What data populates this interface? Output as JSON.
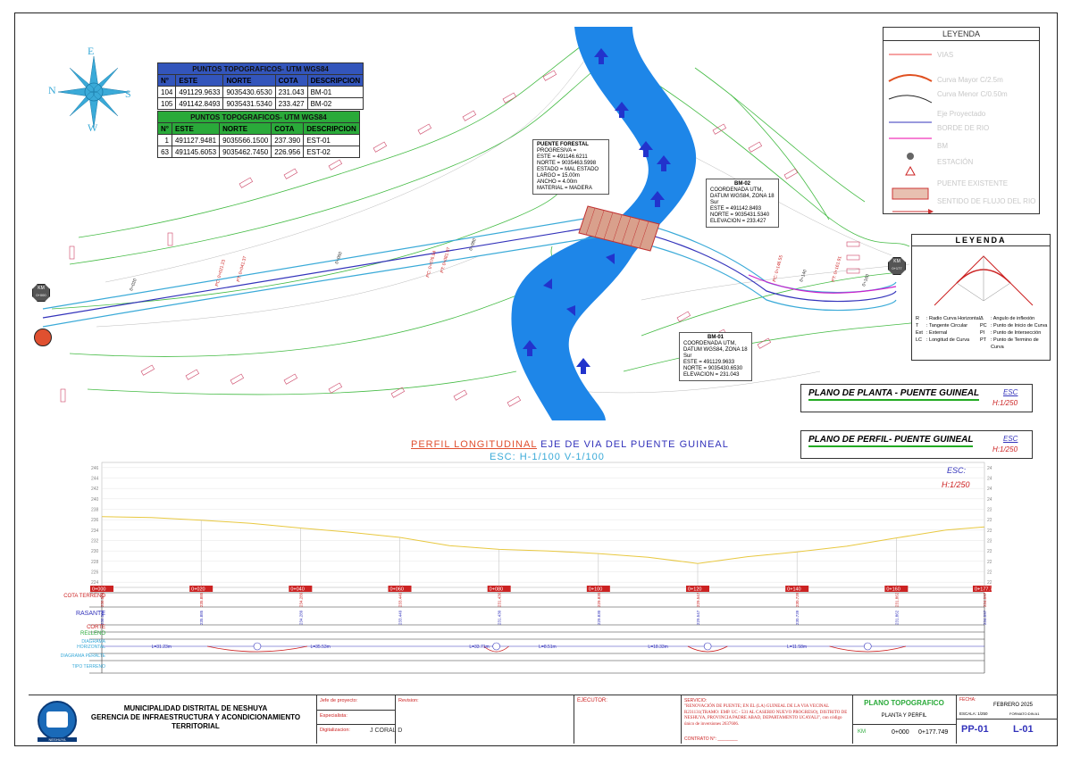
{
  "compass": {
    "n": "N",
    "s": "S",
    "e": "E",
    "w": "W"
  },
  "table_ref": {
    "title": "PUNTOS TOPOGRAFICOS- UTM WGS84",
    "headers": [
      "N°",
      "ESTE",
      "NORTE",
      "COTA",
      "DESCRIPCION"
    ],
    "rows": [
      [
        "104",
        "491129.9633",
        "9035430.6530",
        "231.043",
        "BM-01"
      ],
      [
        "105",
        "491142.8493",
        "9035431.5340",
        "233.427",
        "BM-02"
      ]
    ],
    "header_color": "#3355bb"
  },
  "table_est": {
    "title": "PUNTOS TOPOGRAFICOS- UTM WGS84",
    "headers": [
      "N°",
      "ESTE",
      "NORTE",
      "COTA",
      "DESCRIPCION"
    ],
    "rows": [
      [
        "1",
        "491127.9481",
        "9035566.1500",
        "237.390",
        "EST-01"
      ],
      [
        "63",
        "491145.6053",
        "9035462.7450",
        "226.956",
        "EST-02"
      ]
    ],
    "header_color": "#2aaa3a"
  },
  "legend1": {
    "title": "LEYENDA",
    "items": [
      "VIAS",
      "Curva Mayor C/2.5m",
      "Curva Menor C/0.50m",
      "Eje Proyectado",
      "BORDE DE RIO",
      "BM",
      "ESTACIÓN",
      "PUENTE EXISTENTE",
      "SENTIDO DE FLUJO DEL RIO"
    ]
  },
  "legend2": {
    "title": "LEYENDA",
    "items": [
      [
        "R",
        "Radio Curva Horizontal",
        "Δ",
        "Angulo de inflexión"
      ],
      [
        "T",
        "Tangente Circular",
        "PC",
        "Punto de Inicio de Curva"
      ],
      [
        "Ext",
        "External",
        "PI",
        "Punto de Intersección"
      ],
      [
        "LC",
        "Longitud de Curva",
        "PT",
        "Punto de Termino de Curva"
      ]
    ]
  },
  "puente_box": {
    "title": "PUENTE FORESTAL",
    "lines": [
      "PROGRESIVA =",
      "ESTE = 491146.6211",
      "NORTE = 9035463.5998",
      "ESTADO = MAL ESTADO",
      "LARGO = 15.00m",
      "ANCHO = 4.00m",
      "MATERIAL = MADERA"
    ]
  },
  "bm02_box": {
    "title": "BM-02",
    "lines": [
      "COORDENADA UTM,",
      "DATUM WGS84, ZONA 18 Sur",
      "ESTE = 491142.8493",
      "NORTE = 9035431.5340",
      "ELEVACION = 233.427"
    ]
  },
  "bm01_box": {
    "title": "BM-01",
    "lines": [
      "COORDENADA UTM,",
      "DATUM WGS84, ZONA 18 Sur",
      "ESTE = 491129.9633",
      "NORTE = 9035430.6530",
      "ELEVACION = 231.043"
    ]
  },
  "markers": {
    "km_start": "KM",
    "km_end": "KM",
    "km_start_val": "0+000",
    "km_end_val": "0+177"
  },
  "plan_title": {
    "title": "PLANO DE PLANTA - PUENTE GUINEAL",
    "esc": "ESC",
    "scale": "H:1/250"
  },
  "profile_title": {
    "title": "PLANO DE PERFIL- PUENTE GUINEAL",
    "esc": "ESC",
    "scale": "H:1/250"
  },
  "profile_heading": {
    "line1a": "PERFIL LONGITUDINAL",
    "line1b": "EJE DE VIA DEL PUENTE GUINEAL",
    "line2": "ESC: H-1/100 V-1/100"
  },
  "profile_scale": {
    "esc": "ESC:",
    "h": "H:1/250"
  },
  "chart_data": {
    "type": "line",
    "series": [
      {
        "values": [
          [
            0,
            236.6
          ],
          [
            10,
            236.4
          ],
          [
            20,
            235.9
          ],
          [
            30,
            235.3
          ],
          [
            40,
            234.4
          ],
          [
            50,
            233.6
          ],
          [
            60,
            232.6
          ],
          [
            70,
            231.0
          ],
          [
            80,
            230.3
          ],
          [
            90,
            230.0
          ],
          [
            100,
            229.5
          ],
          [
            110,
            228.8
          ],
          [
            120,
            227.6
          ],
          [
            130,
            228.9
          ],
          [
            140,
            229.8
          ],
          [
            150,
            230.9
          ],
          [
            160,
            232.5
          ],
          [
            170,
            234.0
          ],
          [
            177.749,
            234.6
          ]
        ]
      }
    ],
    "yticks": [
      224,
      226,
      228,
      230,
      232,
      234,
      236,
      238,
      240,
      242,
      244,
      246
    ],
    "ylim": [
      223,
      247
    ],
    "xlim": [
      0,
      177.749
    ]
  },
  "stations": [
    "0+000",
    "0+020",
    "0+040",
    "0+060",
    "0+080",
    "0+100",
    "0+120",
    "0+140",
    "0+160",
    "0+177.749"
  ],
  "grid_labels": [
    "COTA TERRENO",
    "RASANTE",
    "CORTE",
    "RELLENO",
    "DIAGRAMA HORIZONTAL",
    "DIAGRAMA PERALTE",
    "TIPO TERRENO"
  ],
  "cota_values": [
    "236.564",
    "235.885",
    "234.289",
    "233.449",
    "231.430",
    "229.830",
    "229.547",
    "230.739",
    "231.862",
    "234.597"
  ],
  "curve_lengths": [
    "L=31.23m",
    "L=35.53m",
    "L=33.71m",
    "L=8.51m",
    "L=18.33m",
    "L=11.58m"
  ],
  "title_block": {
    "muni1": "MUNICIPALIDAD DISTRITAL DE NESHUYA",
    "muni2": "GERENCIA DE INFRAESTRUCTURA Y ACONDICIONAMIENTO",
    "muni3": "TERRITORIAL",
    "logo_text": "NESHUYA",
    "jefe": "Jefe de proyecto:",
    "revision": "Revision:",
    "especialista": "Especialista:",
    "digitalizacion": "Digitalizacion:",
    "digitalizador": "J CORAL D",
    "ejecutor": "EJECUTOR:",
    "servicio_label": "SERVICIO:",
    "servicio": "\"RENOVACIÓN DE PUENTE; EN EL (LA) GUINEAL DE LA VIA VECINAL R231131(TRAMO: EMP. UC - 531 AL CASERIO NUEVO PROGRESO), DISTRITO DE NESHUYA, PROVINCIA PADRE ABAD, DEPARTAMENTO UCAYALI\", con código único de inversiones 2637606.",
    "contrato": "CONTRATO N°: ________",
    "plano": "PLANO TOPOGRAFICO",
    "planta": "PLANTA Y PERFIL",
    "km": "KM",
    "km_start": "0+000",
    "km_end": "0+177.749",
    "fecha_label": "FECHA:",
    "fecha": "FEBRERO 2025",
    "escala": "ESCALA: 1/250",
    "formato": "FORMATO:DIN A1",
    "code1": "PP-01",
    "code2": "L-01"
  },
  "colors": {
    "river": "#1e86e8",
    "road": "#3aaad8",
    "axis": "#3333bb",
    "contour": "#33bb33",
    "terrain": "#e8c840",
    "red": "#cc2222"
  }
}
